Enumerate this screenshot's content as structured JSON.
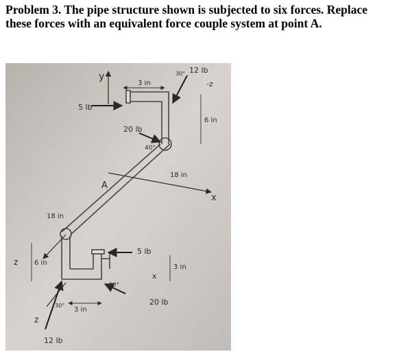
{
  "problem": {
    "text_line1": "Problem 3. The pipe structure shown is subjected to six forces. Replace",
    "text_line2": "these forces with an equivalent force couple system at point A."
  },
  "figure": {
    "labels": {
      "y_axis": "y",
      "x_axis": "x",
      "z_axis": "z",
      "z_axis_bottom": "z",
      "force_5lb_top": "5 lb",
      "force_12lb_top": "12 lb",
      "force_20lb_top": "20 lb",
      "force_5lb_bottom": "5 lb",
      "force_20lb_bottom": "20 lb",
      "force_12lb_bottom": "12 lb",
      "point_A": "A",
      "dim_3in_top": "3 in",
      "dim_6in_right": "6 in",
      "dim_18in_right": "18 in",
      "dim_18in_left": "18 in",
      "dim_6in_left": "6 in",
      "dim_3in_bottom": "3 in",
      "dim_3in_right": "3 in",
      "angle_30_top": "30°",
      "angle_40_top": "40°",
      "angle_40_bottom": "40°",
      "angle_30_bottom": "30°",
      "minus_z": "-z",
      "x_lower": "x"
    }
  }
}
